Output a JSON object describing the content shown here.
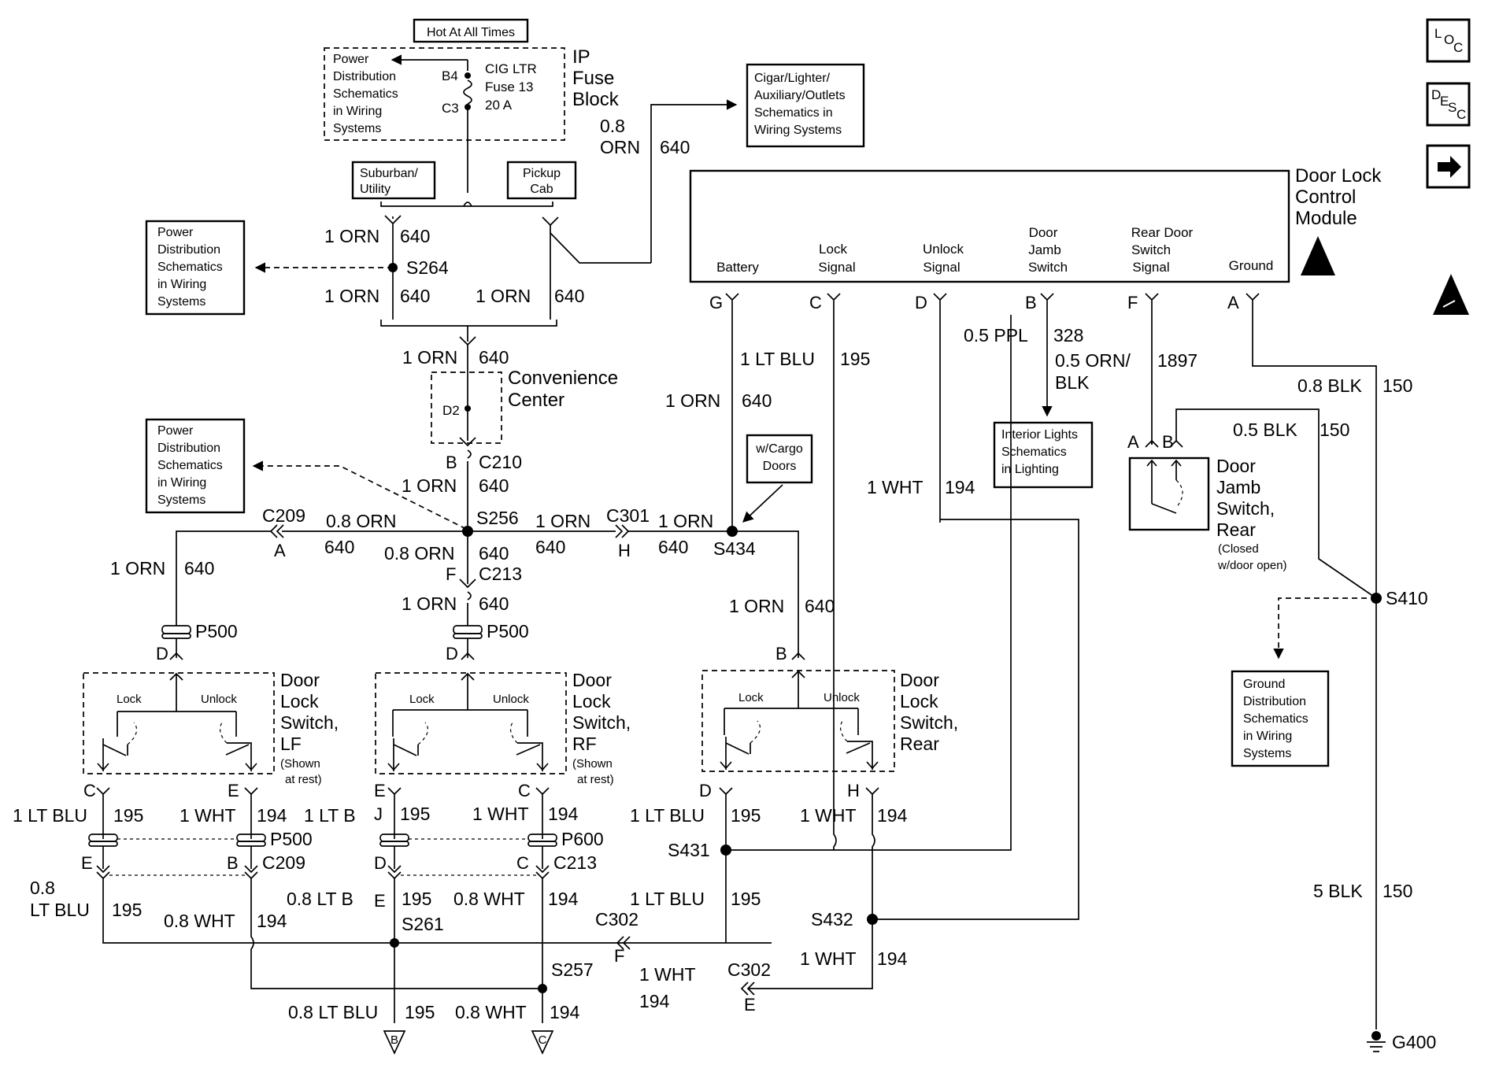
{
  "nav": {
    "loc_icon": "LOC",
    "desc_icon": "DESC",
    "next_icon": "arrow-right"
  },
  "refs": {
    "pd_top": [
      "Power",
      "Distribution",
      "Schematics",
      "in Wiring",
      "Systems"
    ],
    "pd_mid": [
      "Power",
      "Distribution",
      "Schematics",
      "in Wiring",
      "Systems"
    ],
    "pd_low": [
      "Power",
      "Distribution",
      "Schematics",
      "in Wiring",
      "Systems"
    ],
    "cigar": [
      "Cigar/Lighter/",
      "Auxiliary/Outlets",
      "Schematics in",
      "Wiring Systems"
    ],
    "interior": [
      "Interior Lights",
      "Schematics",
      "in Lighting"
    ],
    "ground": [
      "Ground",
      "Distribution",
      "Schematics",
      "in Wiring",
      "Systems"
    ],
    "cargo": [
      "w/Cargo",
      "Doors"
    ]
  },
  "hot": "Hot At All Times",
  "fuse": {
    "pin_b4": "B4",
    "pin_c3": "C3",
    "name": "CIG LTR",
    "num": "Fuse 13",
    "amp": "20 A",
    "block": [
      "IP",
      "Fuse",
      "Block"
    ]
  },
  "variant": {
    "suburban": [
      "Suburban/",
      "Utility"
    ],
    "pickup": [
      "Pickup",
      "Cab"
    ]
  },
  "module": {
    "name": [
      "Door Lock",
      "Control",
      "Module"
    ],
    "terms": [
      {
        "l1": "",
        "l2": "Battery",
        "pin": "G"
      },
      {
        "l1": "Lock",
        "l2": "Signal",
        "pin": "C"
      },
      {
        "l1": "Unlock",
        "l2": "Signal",
        "pin": "D"
      },
      {
        "l1": "Door",
        "l2": "Jamb",
        "l3": "Switch",
        "pin": "B"
      },
      {
        "l1": "Rear Door",
        "l2": "Switch",
        "l3": "Signal",
        "pin": "F"
      },
      {
        "l1": "",
        "l2": "Ground",
        "pin": "A"
      }
    ]
  },
  "wires": {
    "w1a": "0.8",
    "w1b": "ORN",
    "w1c": "640",
    "w2a": "1 ORN",
    "w2b": "640",
    "w3a": "1 ORN",
    "w3b": "640",
    "w4a": "1 ORN",
    "w4b": "640",
    "w5a": "1 ORN",
    "w5b": "640",
    "w6a": "1 ORN",
    "w6b": "640",
    "w7a": "0.8 ORN",
    "w7b": "640",
    "w8a": "1 ORN",
    "w8b": "640",
    "w9a": "1 ORN",
    "w9b": "640",
    "w10a": "0.8 ORN",
    "w10b": "640",
    "w11a": "1 ORN",
    "w11b": "640",
    "w12a": "1 ORN",
    "w12b": "640",
    "w13a": "1 ORN",
    "w13b": "640",
    "w14a": "1 LT BLU",
    "w14b": "195",
    "w15a": "1 ORN",
    "w15b": "640",
    "w16a": "1 WHT",
    "w16b": "194",
    "w17a": "0.5 PPL",
    "w17b": "328",
    "w18a": "0.5 ORN/",
    "w18b": "BLK",
    "w18c": "1897",
    "w19a": "0.8 BLK",
    "w19b": "150",
    "w20a": "0.5 BLK",
    "w20b": "150",
    "w21a": "5 BLK",
    "w21b": "150",
    "w22a": "1 LT BLU",
    "w22b": "195",
    "w23a": "1 WHT",
    "w23b": "194",
    "w24a": "1 LT B",
    "w25a": "195",
    "w26a": "1 WHT",
    "w26b": "194",
    "w27a": "1 LT BLU",
    "w27b": "195",
    "w28a": "1 WHT",
    "w28b": "194",
    "w29a": "0.8",
    "w29b": "LT BLU",
    "w29c": "195",
    "w30a": "0.8 WHT",
    "w30b": "194",
    "w31a": "0.8 LT B",
    "w32a": "195",
    "w33a": "0.8 WHT",
    "w33b": "194",
    "w34a": "1 LT BLU",
    "w34b": "195",
    "w35a": "1 WHT",
    "w35b": "194",
    "w36a": "1 WHT",
    "w36b": "194",
    "w37a": "0.8 LT BLU",
    "w37b": "195",
    "w38a": "0.8 WHT",
    "w38b": "194"
  },
  "conn": {
    "s264": "S264",
    "s256": "S256",
    "s434": "S434",
    "s410": "S410",
    "s431": "S431",
    "s432": "S432",
    "s261": "S261",
    "s257": "S257",
    "g400": "G400",
    "c210": "C210",
    "c209": "C209",
    "c213": "C213",
    "c301": "C301",
    "c209b": "C209",
    "c213b": "C213",
    "c302a": "C302",
    "c302b": "C302",
    "p500a": "P500",
    "p500b": "P500",
    "p500c": "P500",
    "p600": "P600",
    "d2": "D2",
    "conv": [
      "Convenience",
      "Center"
    ]
  },
  "pins": {
    "c210b": "B",
    "c209a": "A",
    "c213f": "F",
    "c301h": "H",
    "p500d1": "D",
    "p500d2": "D",
    "rearb": "B",
    "lf_c": "C",
    "lf_e": "E",
    "rf_e": "E",
    "rf_c": "C",
    "re_d": "D",
    "re_h": "H",
    "p500j": "J",
    "p600e": "E",
    "p600b": "B",
    "c209e": "E",
    "c213d": "D",
    "c213c": "C",
    "c302f": "F",
    "c302e": "E",
    "jambA": "A",
    "jambB": "B",
    "pB": "B",
    "pC": "C"
  },
  "switches": {
    "lf": {
      "name": [
        "Door",
        "Lock",
        "Switch,",
        "LF"
      ],
      "note": [
        "(Shown",
        "at rest)"
      ],
      "lock": "Lock",
      "unlock": "Unlock"
    },
    "rf": {
      "name": [
        "Door",
        "Lock",
        "Switch,",
        "RF"
      ],
      "note": [
        "(Shown",
        "at rest)"
      ],
      "lock": "Lock",
      "unlock": "Unlock"
    },
    "rear": {
      "name": [
        "Door",
        "Lock",
        "Switch,",
        "Rear"
      ],
      "lock": "Lock",
      "unlock": "Unlock"
    },
    "jamb": {
      "name": [
        "Door",
        "Jamb",
        "Switch,",
        "Rear"
      ],
      "note": [
        "(Closed",
        "w/door open)"
      ]
    }
  }
}
